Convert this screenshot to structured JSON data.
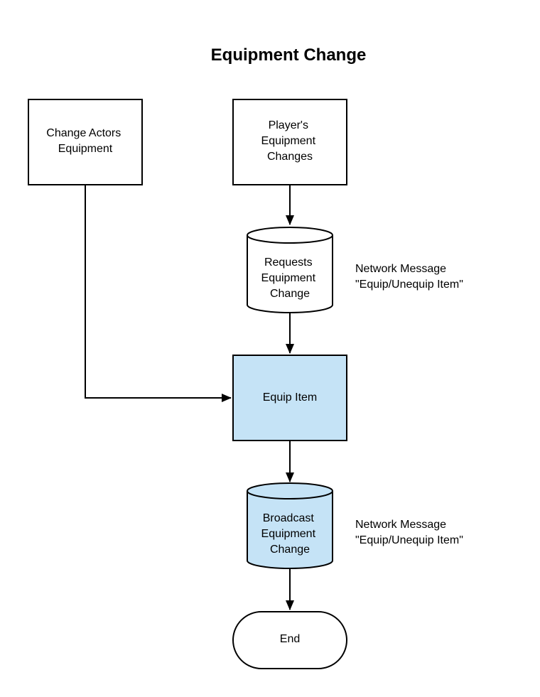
{
  "diagram": {
    "title": "Equipment Change",
    "colors": {
      "highlight_fill": "#c5e3f6",
      "plain_fill": "#ffffff",
      "stroke": "#000000"
    },
    "nodes": {
      "change_actors": {
        "shape": "process",
        "lines": [
          "Change Actors",
          "Equipment"
        ]
      },
      "player_changes": {
        "shape": "process",
        "lines": [
          "Player's",
          "Equipment",
          "Changes"
        ]
      },
      "requests_change": {
        "shape": "database",
        "lines": [
          "Requests",
          "Equipment",
          "Change"
        ]
      },
      "equip_item": {
        "shape": "process",
        "lines": [
          "Equip Item"
        ]
      },
      "broadcast_change": {
        "shape": "database",
        "lines": [
          "Broadcast",
          "Equipment",
          "Change"
        ]
      },
      "end": {
        "shape": "terminator",
        "lines": [
          "End"
        ]
      }
    },
    "notes": {
      "request_note": [
        "Network Message",
        "\"Equip/Unequip Item\""
      ],
      "broadcast_note": [
        "Network Message",
        "\"Equip/Unequip Item\""
      ]
    },
    "edges": [
      {
        "from": "player_changes",
        "to": "requests_change"
      },
      {
        "from": "requests_change",
        "to": "equip_item"
      },
      {
        "from": "change_actors",
        "to": "equip_item"
      },
      {
        "from": "equip_item",
        "to": "broadcast_change"
      },
      {
        "from": "broadcast_change",
        "to": "end"
      }
    ]
  }
}
